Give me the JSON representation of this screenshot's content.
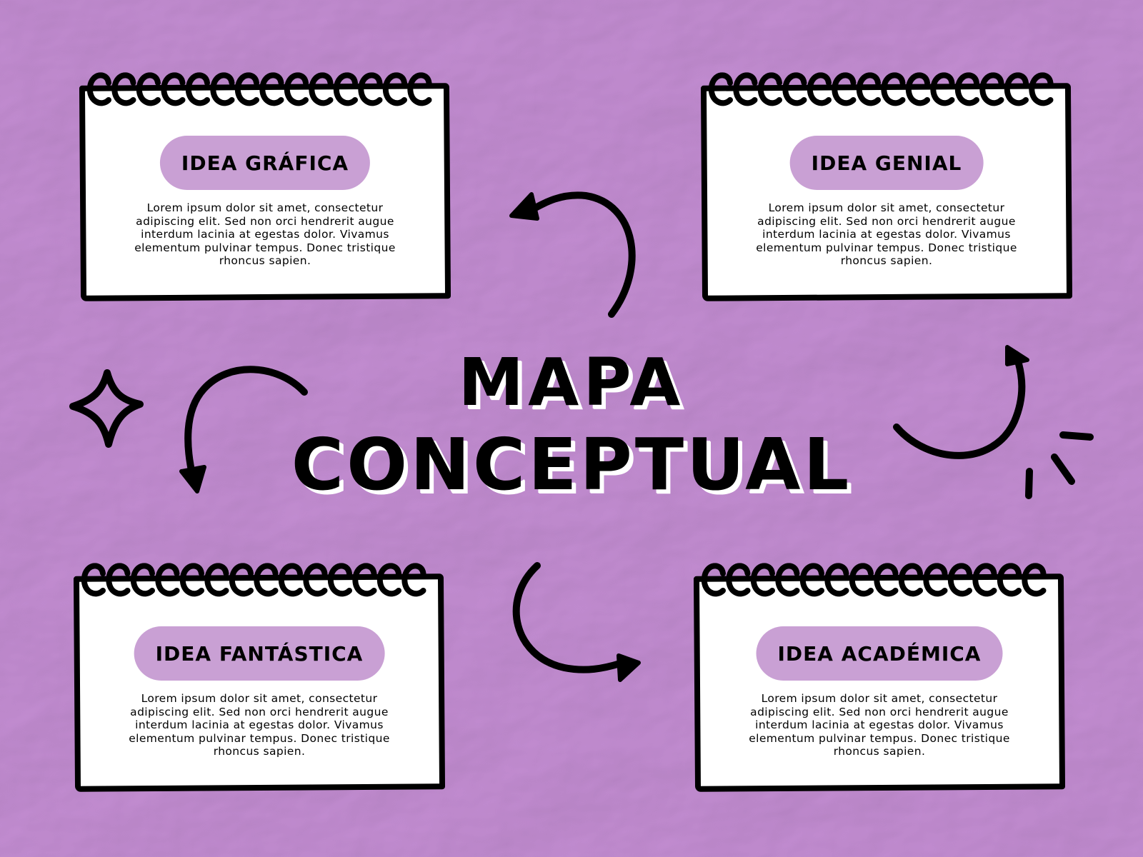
{
  "title": {
    "line1": "MAPA",
    "line2": "CONCEPTUAL"
  },
  "cards": [
    {
      "heading": "IDEA GRÁFICA",
      "text": "Lorem ipsum dolor sit amet, consectetur adipiscing elit. Sed non orci hendrerit augue interdum lacinia at egestas dolor. Vivamus elementum pulvinar tempus. Donec tristique rhoncus sapien."
    },
    {
      "heading": "IDEA GENIAL",
      "text": "Lorem ipsum dolor sit amet, consectetur adipiscing elit. Sed non orci hendrerit augue interdum lacinia at egestas dolor. Vivamus elementum pulvinar tempus. Donec tristique rhoncus sapien."
    },
    {
      "heading": "IDEA FANTÁSTICA",
      "text": "Lorem ipsum dolor sit amet, consectetur adipiscing elit. Sed non orci hendrerit augue interdum lacinia at egestas dolor. Vivamus elementum pulvinar tempus. Donec tristique rhoncus sapien."
    },
    {
      "heading": "IDEA ACADÉMICA",
      "text": "Lorem ipsum dolor sit amet, consectetur adipiscing elit. Sed non orci hendrerit augue interdum lacinia at egestas dolor. Vivamus elementum pulvinar tempus. Donec tristique rhoncus sapien."
    }
  ],
  "decorations": {
    "sparkle": "sparkle-icon",
    "burst": "burst-lines-icon"
  },
  "colors": {
    "background": "#d4a8de",
    "pill": "#c9a0d4",
    "ink": "#000000",
    "paper": "#ffffff"
  }
}
